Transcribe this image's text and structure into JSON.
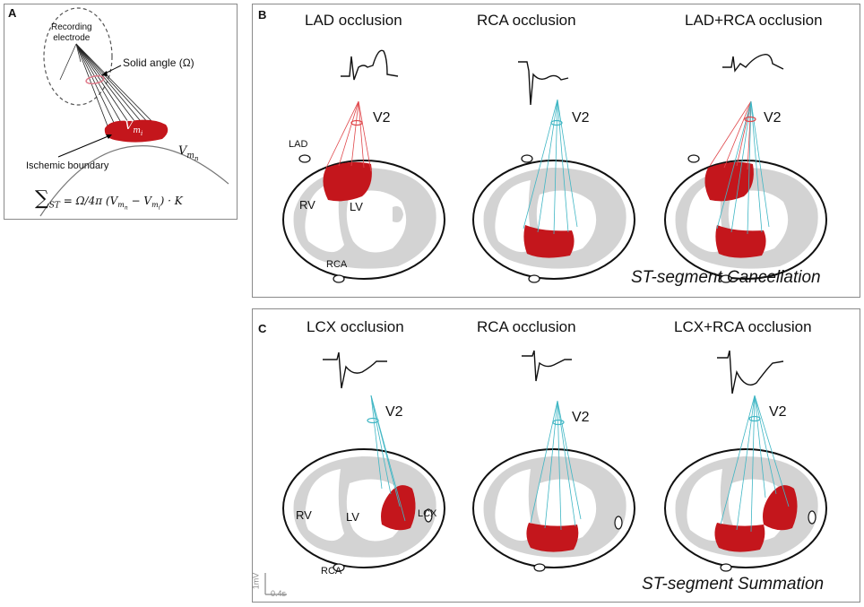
{
  "panel_a": {
    "label": "A",
    "electrode_label": "Recording\nelectrode",
    "solid_angle_label": "Solid angle (Ω)",
    "vmi": "V",
    "vmi_sub": "m",
    "vmi_subsub": "i",
    "vmn": "V",
    "vmn_sub": "m",
    "vmn_subsub": "n",
    "boundary_label": "Ischemic boundary",
    "equation_sum": "∑",
    "equation_sub": "ST",
    "equation_rhs": "= Ω/4π (V",
    "equation_rhs_mn": "m",
    "equation_rhs_n": "n",
    "equation_minus": " − V",
    "equation_rhs_mi": "m",
    "equation_rhs_i": "i",
    "equation_tail": ") · K"
  },
  "panel_b": {
    "label": "B",
    "titles": [
      "LAD occlusion",
      "RCA occlusion",
      "LAD+RCA occlusion"
    ],
    "lead": "V2",
    "labels": {
      "lad": "LAD",
      "rv": "RV",
      "lv": "LV",
      "rca": "RCA"
    },
    "annotation": "ST-segment Cancellation"
  },
  "panel_c": {
    "label": "C",
    "titles": [
      "LCX occlusion",
      "RCA occlusion",
      "LCX+RCA occlusion"
    ],
    "lead": "V2",
    "labels": {
      "rv": "RV",
      "lv": "LV",
      "lcx": "LCX",
      "rca": "RCA"
    },
    "annotation": "ST-segment Summation",
    "scale_v": "1mV",
    "scale_t": "0.4s"
  },
  "colors": {
    "ischemia": "#c4161c",
    "cone_lad": "#e0464a",
    "cone_rca": "#3fb6c4",
    "tissue": "#d3d3d3"
  }
}
